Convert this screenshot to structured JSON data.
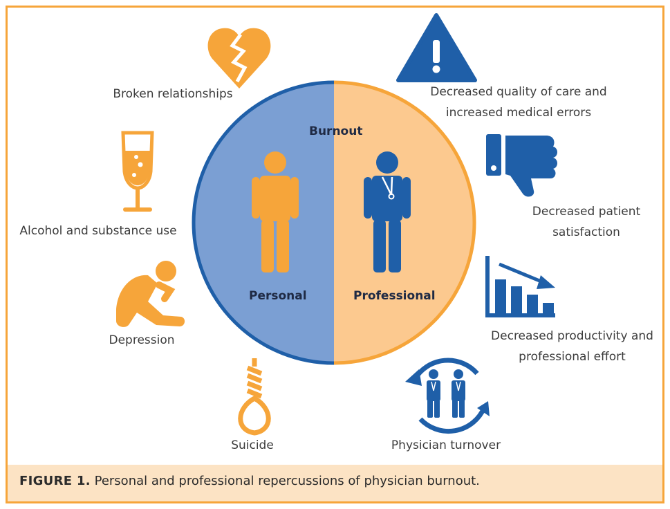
{
  "figure": {
    "caption_label": "FIGURE 1.",
    "caption_text": "Personal and professional repercussions of physician burnout."
  },
  "circle": {
    "title": "Burnout",
    "left_label": "Personal",
    "right_label": "Professional"
  },
  "personal_effects": [
    {
      "label": "Broken relationships",
      "icon": "broken-heart-icon"
    },
    {
      "label": "Alcohol and substance use",
      "icon": "wine-glass-icon"
    },
    {
      "label": "Depression",
      "icon": "depressed-person-icon"
    },
    {
      "label": "Suicide",
      "icon": "noose-icon"
    }
  ],
  "professional_effects": [
    {
      "lines": [
        "Decreased quality of care and",
        "increased medical errors"
      ],
      "icon": "warning-triangle-icon"
    },
    {
      "lines": [
        "Decreased patient",
        "satisfaction"
      ],
      "icon": "thumbs-down-icon"
    },
    {
      "lines": [
        "Decreased productivity and",
        "professional effort"
      ],
      "icon": "declining-bar-chart-icon"
    },
    {
      "lines": [
        "Physician turnover"
      ],
      "icon": "physician-turnover-icon"
    }
  ],
  "colors": {
    "orange": "#f6a53a",
    "blue": "#1f5fa8",
    "personal_fill": "#7b9fd3",
    "professional_fill": "#fcc98f",
    "caption_bg": "#fce3c4"
  }
}
